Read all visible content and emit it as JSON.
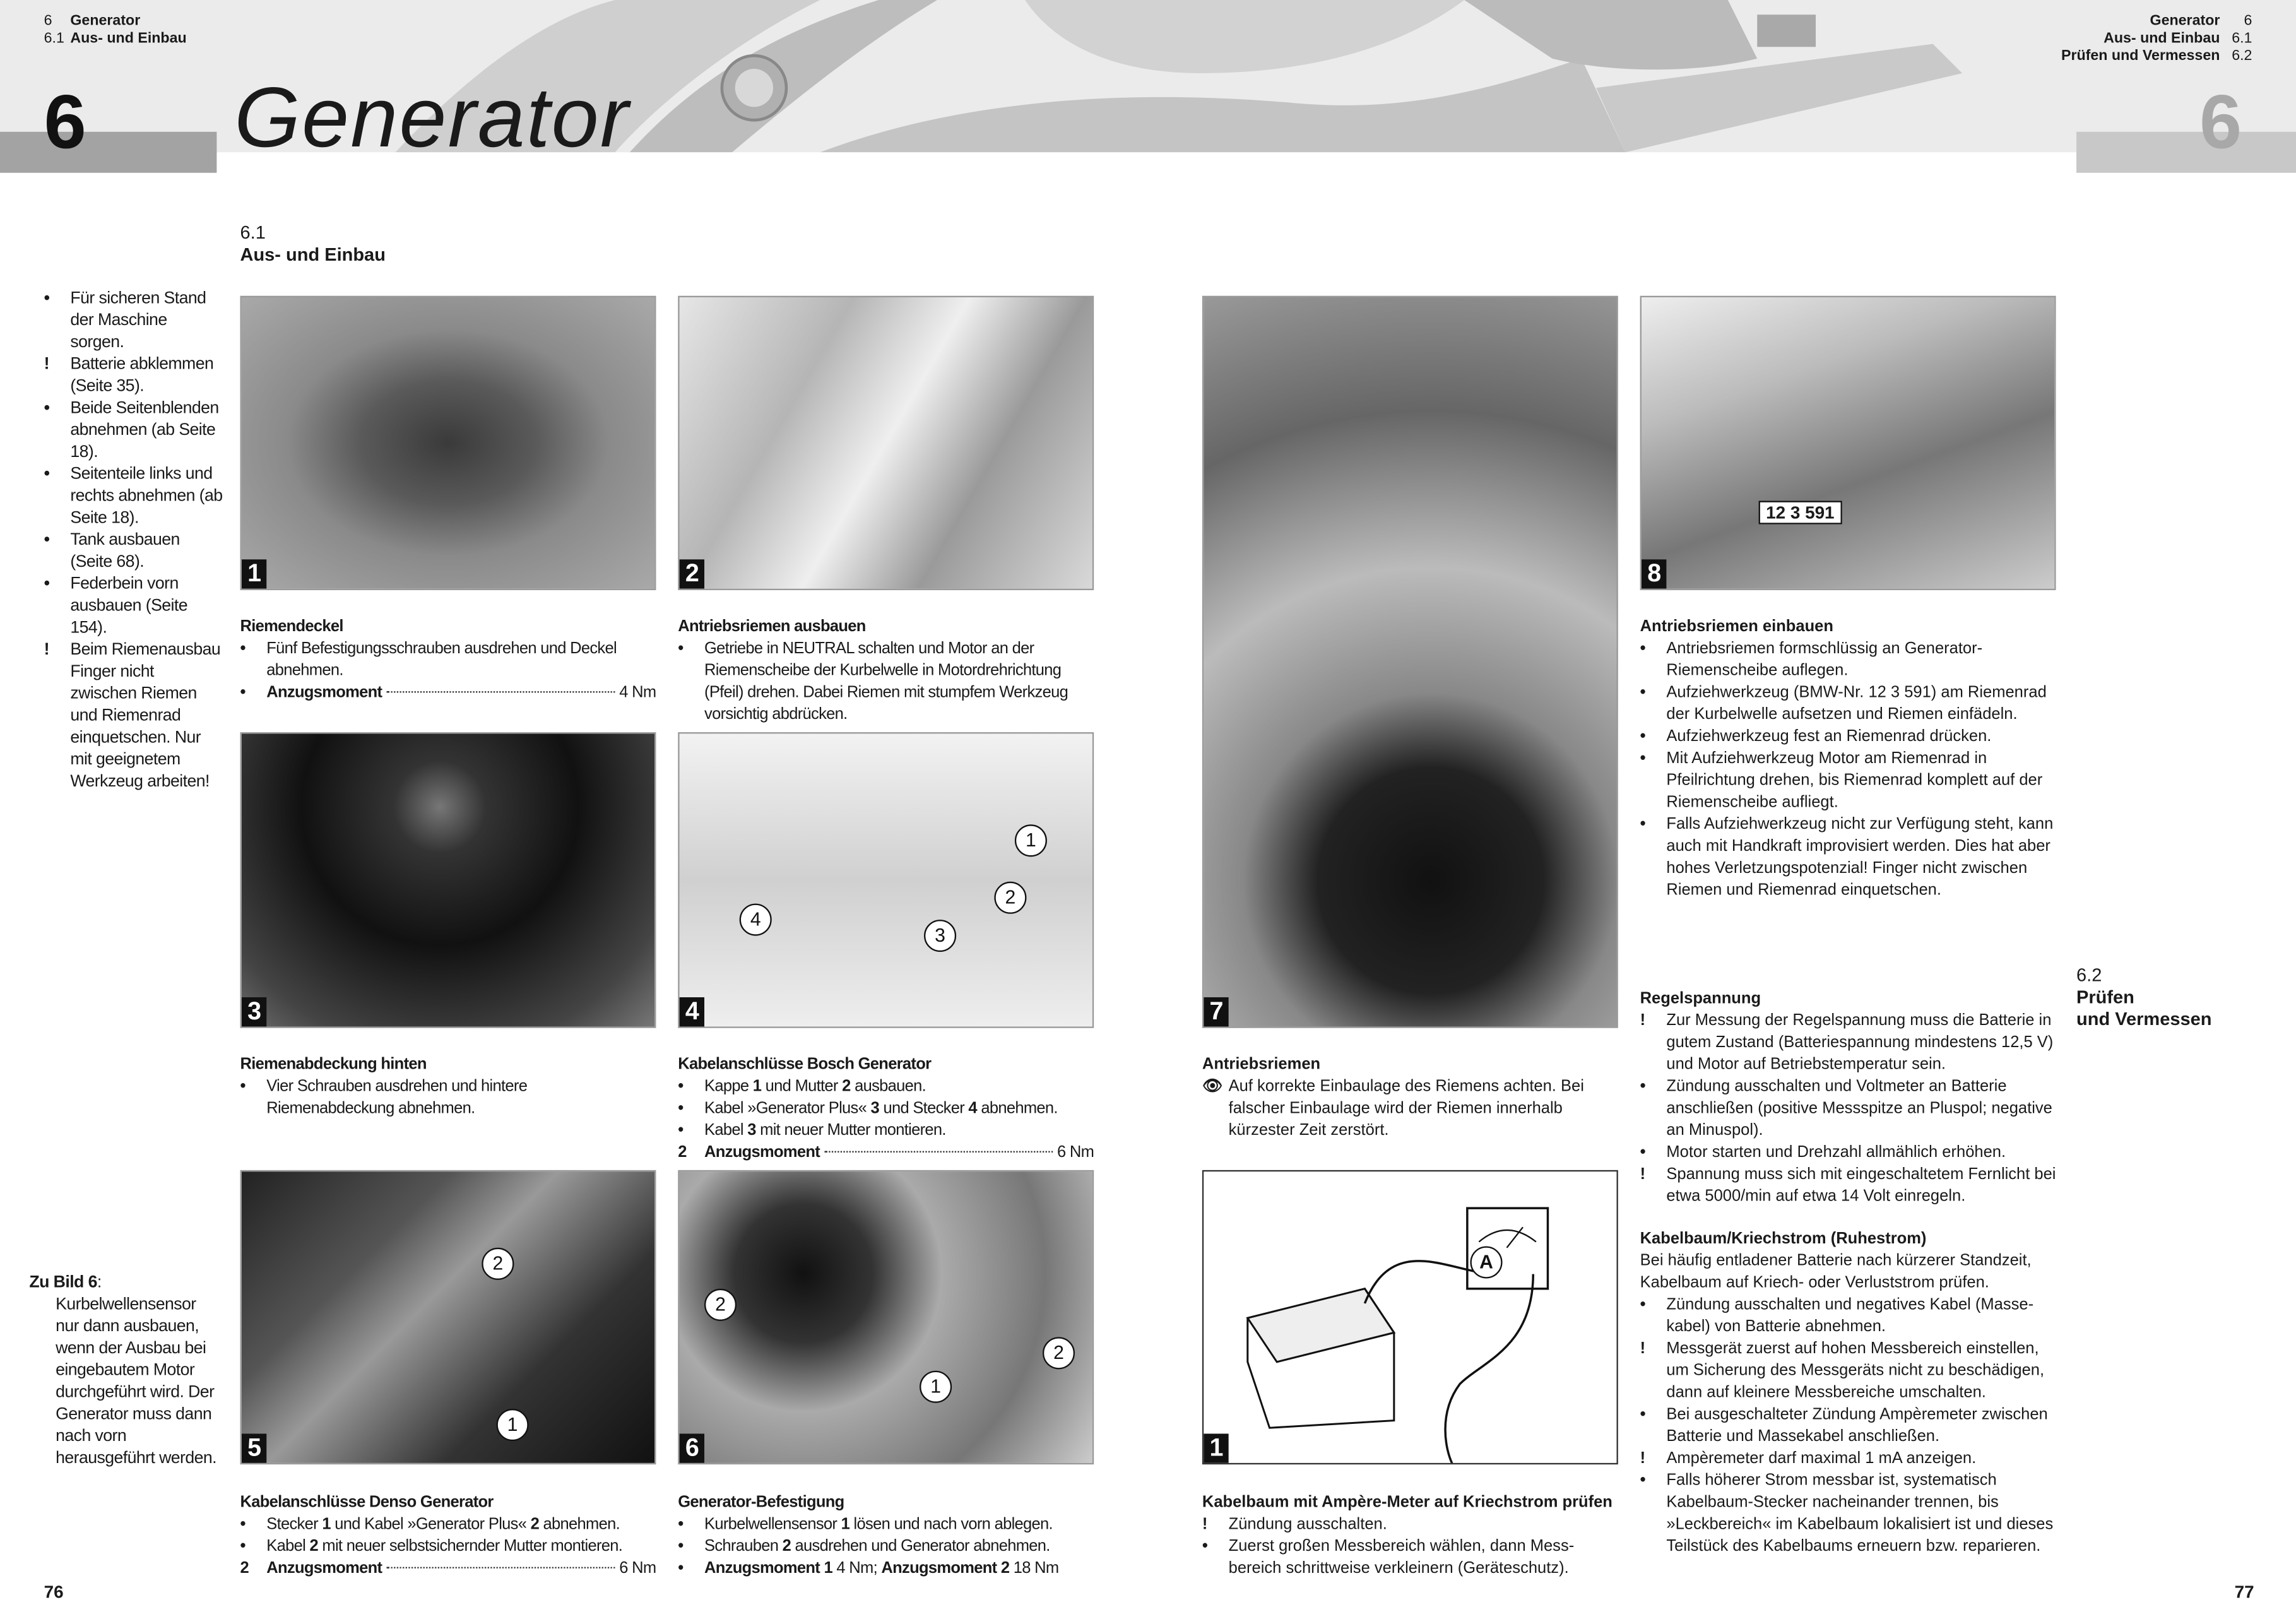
{
  "left_page": {
    "running_head": [
      {
        "num": "6",
        "title": "Generator"
      },
      {
        "num": "6.1",
        "title": "Aus- und Einbau"
      }
    ],
    "chapter_number": "6",
    "chapter_title": "Generator",
    "section": {
      "num": "6.1",
      "title": "Aus- und Einbau"
    },
    "sidebar": [
      {
        "m": "•",
        "t": "Für sicheren Stand der Maschine sorgen."
      },
      {
        "m": "!",
        "t": "Batterie abklemmen (Seite 35)."
      },
      {
        "m": "•",
        "t": "Beide Seiten­blenden abnehmen (ab Seite 18)."
      },
      {
        "m": "•",
        "t": "Seitenteile links und rechts abneh­men (ab Seite 18)."
      },
      {
        "m": "•",
        "t": "Tank ausbauen (Seite 68)."
      },
      {
        "m": "•",
        "t": "Federbein vorn ausbauen (Seite 154)."
      },
      {
        "m": "!",
        "t": "Beim Riemenaus­bau Finger nicht zwischen Riemen und Riemenrad einquetschen. Nur mit geeignetem Werkzeug arbeiten!"
      }
    ],
    "note": {
      "label": "Zu Bild 6",
      "colon": ":",
      "text": "Kurbelwellensensor nur dann ausbauen, wenn der Ausbau bei eingebautem Motor durchgeführt wird. Der Generator muss dann nach vorn herausgeführt werden."
    },
    "page_number": "76"
  },
  "right_page": {
    "running_head": [
      {
        "num": "6",
        "title": "Generator"
      },
      {
        "num": "6.1",
        "title": "Aus- und Einbau"
      },
      {
        "num": "6.2",
        "title": "Prüfen und Vermessen"
      }
    ],
    "chapter_number": "6",
    "section": {
      "num": "6.2",
      "title_line1": "Prüfen",
      "title_line2": "und Vermessen"
    },
    "page_number": "77",
    "blocks": [
      {
        "title": "Regelspannung",
        "intro": "",
        "items": [
          {
            "m": "!",
            "p": [
              [
                "Zur Messung der Regelspannung muss die Batterie in gutem Zustand (Batteriespannung mindestens 12,5 V) und Motor auf Betriebstemperatur sein.",
                0
              ]
            ]
          },
          {
            "m": "•",
            "p": [
              [
                "Zündung ausschalten und Voltmeter an Batterie anschließen (positive Messspitze an Pluspol; negative an Minuspol).",
                0
              ]
            ]
          },
          {
            "m": "•",
            "p": [
              [
                "Motor starten und Drehzahl allmählich erhöhen.",
                0
              ]
            ]
          },
          {
            "m": "!",
            "p": [
              [
                "Spannung muss sich mit eingeschaltetem Fernlicht bei etwa 5000/min auf etwa 14 Volt einregeln.",
                0
              ]
            ]
          }
        ]
      },
      {
        "title": "Kabelbaum/Kriechstrom (Ruhestrom)",
        "intro": "Bei häufig entladener Batterie nach kürzerer Standzeit, Kabelbaum auf Kriech- oder Verluststrom prüfen.",
        "items": [
          {
            "m": "•",
            "p": [
              [
                "Zündung ausschalten und negatives Kabel (Masse­kabel) von Batterie abnehmen.",
                0
              ]
            ]
          },
          {
            "m": "!",
            "p": [
              [
                "Messgerät zuerst auf hohen Messbereich einstellen, um Sicherung des Messgeräts nicht zu beschädigen, dann auf kleinere Messbereiche umschalten.",
                0
              ]
            ]
          },
          {
            "m": "•",
            "p": [
              [
                "Bei ausgeschalteter Zündung Ampèremeter zwischen Batterie und Massekabel anschließen.",
                0
              ]
            ]
          },
          {
            "m": "!",
            "p": [
              [
                "Ampèremeter darf maximal 1 mA anzeigen.",
                0
              ]
            ]
          },
          {
            "m": "•",
            "p": [
              [
                "Falls höherer Strom messbar ist, systematisch Kabelbaum-Stecker nacheinander trennen, bis »Leckbereich« im Kabelbaum lokalisiert ist und dieses Teilstück des Kabelbaums erneuern bzw. reparieren.",
                0
              ]
            ]
          }
        ]
      }
    ]
  },
  "figures": [
    {
      "number": "1",
      "title": "Riemendeckel",
      "callouts": [],
      "items": [
        {
          "m": "•",
          "p": [
            [
              "Fünf Befestigungsschrauben ausdrehen und Deckel abnehmen.",
              0
            ]
          ]
        },
        {
          "m": "•",
          "torque": {
            "label": "Anzugsmoment",
            "value": "4 Nm"
          }
        }
      ]
    },
    {
      "number": "2",
      "title": "Antriebsriemen ausbauen",
      "callouts": [],
      "items": [
        {
          "m": "•",
          "p": [
            [
              "Getriebe in NEUTRAL schalten und Motor an der Riemenscheibe der Kurbelwelle in Motordreh­richtung (Pfeil) drehen. Dabei Riemen mit stumpfem Werkzeug vorsichtig abdrücken.",
              0
            ]
          ]
        }
      ]
    },
    {
      "number": "3",
      "title": "Riemenabdeckung hinten",
      "callouts": [],
      "items": [
        {
          "m": "•",
          "p": [
            [
              "Vier Schrauben ausdrehen und hintere Riemenabdeckung abnehmen.",
              0
            ]
          ]
        }
      ]
    },
    {
      "number": "4",
      "title": "Kabelanschlüsse Bosch Generator",
      "callouts": [
        "1",
        "2",
        "3",
        "4"
      ],
      "items": [
        {
          "m": "•",
          "p": [
            [
              "Kappe ",
              0
            ],
            [
              "1",
              1
            ],
            [
              " und Mutter ",
              0
            ],
            [
              "2",
              1
            ],
            [
              " ausbauen.",
              0
            ]
          ]
        },
        {
          "m": "•",
          "p": [
            [
              "Kabel »Generator Plus« ",
              0
            ],
            [
              "3",
              1
            ],
            [
              " und Stecker ",
              0
            ],
            [
              "4",
              1
            ],
            [
              " abnehmen.",
              0
            ]
          ]
        },
        {
          "m": "•",
          "p": [
            [
              "Kabel ",
              0
            ],
            [
              "3",
              1
            ],
            [
              " mit neuer Mutter montieren.",
              0
            ]
          ]
        },
        {
          "m": "2",
          "torque": {
            "label": "Anzugsmoment",
            "value": "6 Nm"
          }
        }
      ]
    },
    {
      "number": "5",
      "title": "Kabelanschlüsse Denso Generator",
      "callouts": [
        "2",
        "1"
      ],
      "items": [
        {
          "m": "•",
          "p": [
            [
              "Stecker ",
              0
            ],
            [
              "1",
              1
            ],
            [
              " und Kabel »Generator Plus« ",
              0
            ],
            [
              "2",
              1
            ],
            [
              " abnehmen.",
              0
            ]
          ]
        },
        {
          "m": "•",
          "p": [
            [
              "Kabel ",
              0
            ],
            [
              "2",
              1
            ],
            [
              " mit neuer selbstsichernder Mutter montieren.",
              0
            ]
          ]
        },
        {
          "m": "2",
          "torque": {
            "label": "Anzugsmoment",
            "value": "6 Nm"
          }
        }
      ]
    },
    {
      "number": "6",
      "title": "Generator-Befestigung",
      "callouts": [
        "2",
        "2",
        "1"
      ],
      "items": [
        {
          "m": "•",
          "p": [
            [
              "Kurbelwellensensor ",
              0
            ],
            [
              "1",
              1
            ],
            [
              " lösen und nach vorn ablegen.",
              0
            ]
          ]
        },
        {
          "m": "•",
          "p": [
            [
              "Schrauben ",
              0
            ],
            [
              "2",
              1
            ],
            [
              " ausdrehen und Generator abnehmen.",
              0
            ]
          ]
        },
        {
          "m": "•",
          "p": [
            [
              "Anzugsmoment 1",
              1
            ],
            [
              " 4 Nm; ",
              0
            ],
            [
              "Anzugsmoment 2",
              1
            ],
            [
              " 18 Nm",
              0
            ]
          ]
        }
      ]
    },
    {
      "number": "7",
      "title": "Antriebsriemen",
      "callouts": [],
      "items": [
        {
          "m": "👁",
          "p": [
            [
              "Auf korrekte Einbaulage des Riemens achten. Bei falscher Einbaulage wird der Riemen innerhalb kürzester Zeit zerstört.",
              0
            ]
          ]
        }
      ]
    },
    {
      "number": "8",
      "title": "Antriebsriemen einbauen",
      "callouts": [],
      "tool_label": "12 3 591",
      "items": [
        {
          "m": "•",
          "p": [
            [
              "Antriebsriemen formschlüssig an Generator-Riemenscheibe auflegen.",
              0
            ]
          ]
        },
        {
          "m": "•",
          "p": [
            [
              "Aufziehwerkzeug (BMW-Nr. 12 3 591)  am Riemenrad der Kurbelwelle aufsetzen und Riemen einfädeln.",
              0
            ]
          ]
        },
        {
          "m": "•",
          "p": [
            [
              "Aufziehwerkzeug fest an Riemenrad drücken.",
              0
            ]
          ]
        },
        {
          "m": "•",
          "p": [
            [
              "Mit Aufziehwerkzeug Motor am Riemenrad in Pfeilrichtung drehen, bis Riemenrad komplett auf der Riemenscheibe aufliegt.",
              0
            ]
          ]
        },
        {
          "m": "•",
          "p": [
            [
              "Falls Aufziehwerkzeug nicht zur Verfügung steht, kann auch mit Handkraft improvisiert werden. Dies hat aber hohes Verletzungspotenzial! Finger nicht zwischen Riemen und Riemenrad einquetschen.",
              0
            ]
          ]
        }
      ]
    },
    {
      "number": "1",
      "title": "Kabelbaum mit Ampère-Meter auf Kriechstrom prüfen",
      "callouts": [],
      "meter_label": "A",
      "items": [
        {
          "m": "!",
          "p": [
            [
              "Zündung ausschalten.",
              0
            ]
          ]
        },
        {
          "m": "•",
          "p": [
            [
              "Zuerst großen Messbereich wählen, dann Mess­bereich schrittweise verkleinern (Geräteschutz).",
              0
            ]
          ]
        }
      ]
    }
  ],
  "colors": {
    "header_band": "#ebebeb",
    "left_tab": "#a3a3a3",
    "right_tab": "#c8c8c8",
    "text": "#1a1a1a"
  },
  "icons": {
    "eye": "eye-icon",
    "warning": "exclamation-icon",
    "bullet": "bullet"
  }
}
